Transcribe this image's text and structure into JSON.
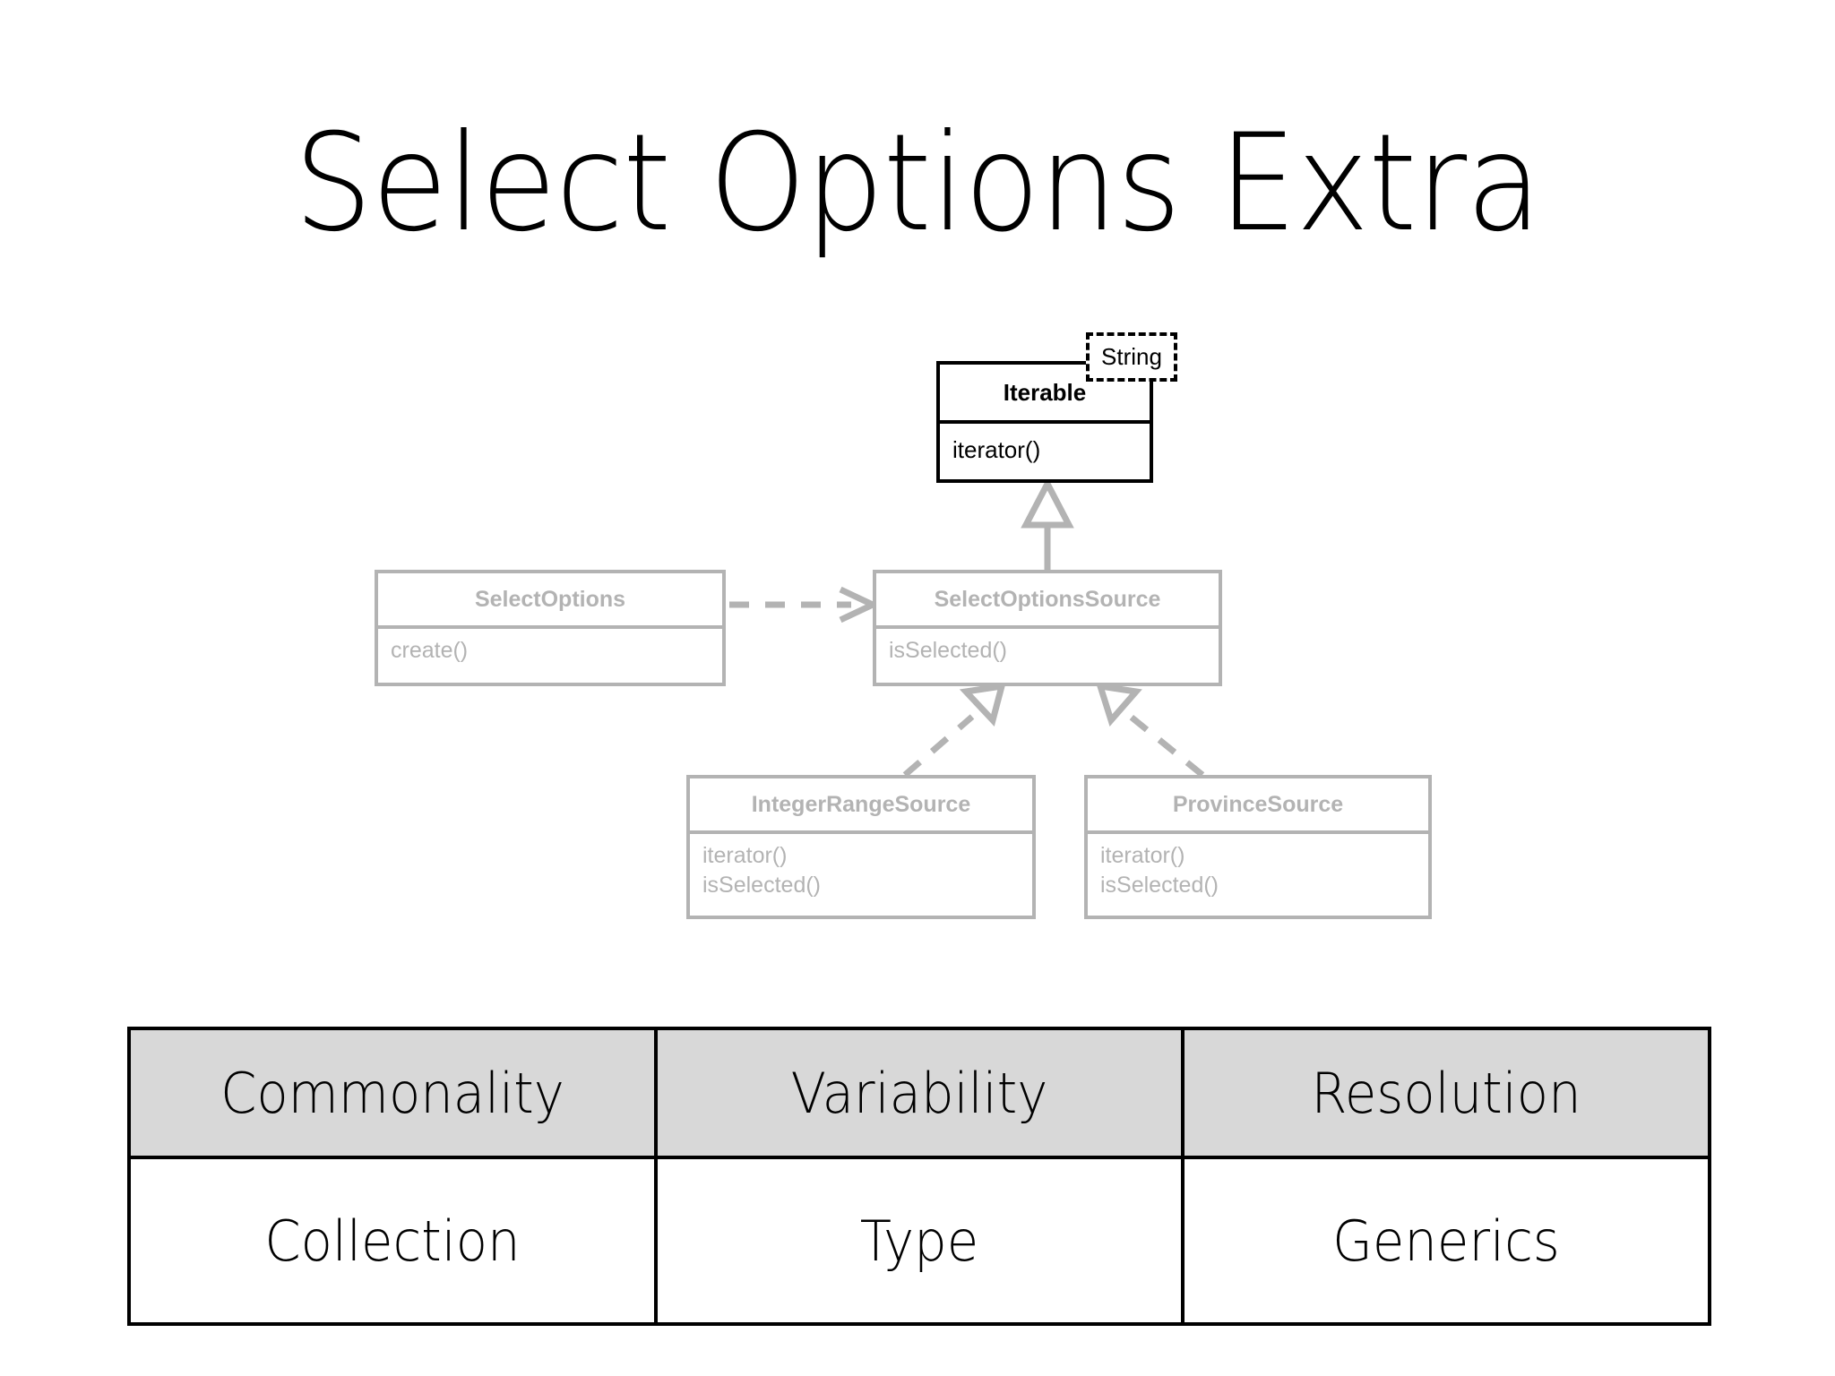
{
  "slide": {
    "title": "Select Options Extra"
  },
  "diagram": {
    "type": "uml-class-diagram",
    "colors": {
      "highlight": "#000000",
      "dimmed": "#b3b3b3",
      "table_header_fill": "#d8d8d8",
      "background": "#ffffff"
    },
    "classes": [
      {
        "id": "iterable",
        "name": "Iterable",
        "template_parameter": "String",
        "members": "iterator()",
        "emphasis": "highlighted"
      },
      {
        "id": "select-options",
        "name": "SelectOptions",
        "members": "create()",
        "emphasis": "dimmed"
      },
      {
        "id": "select-options-source",
        "name": "SelectOptionsSource",
        "members": "isSelected()",
        "emphasis": "dimmed"
      },
      {
        "id": "integer-range-source",
        "name": "IntegerRangeSource",
        "members": "iterator()\nisSelected()",
        "emphasis": "dimmed"
      },
      {
        "id": "province-source",
        "name": "ProvinceSource",
        "members": "iterator()\nisSelected()",
        "emphasis": "dimmed"
      }
    ],
    "relationships": [
      {
        "from": "select-options",
        "to": "select-options-source",
        "kind": "dependency",
        "style": "dashed-open-arrow"
      },
      {
        "from": "select-options-source",
        "to": "iterable",
        "kind": "generalization",
        "style": "solid-hollow-triangle"
      },
      {
        "from": "integer-range-source",
        "to": "select-options-source",
        "kind": "realization",
        "style": "dashed-hollow-triangle"
      },
      {
        "from": "province-source",
        "to": "select-options-source",
        "kind": "realization",
        "style": "dashed-hollow-triangle"
      }
    ]
  },
  "table": {
    "headers": [
      "Commonality",
      "Variability",
      "Resolution"
    ],
    "rows": [
      [
        "Collection",
        "Type",
        "Generics"
      ]
    ]
  }
}
